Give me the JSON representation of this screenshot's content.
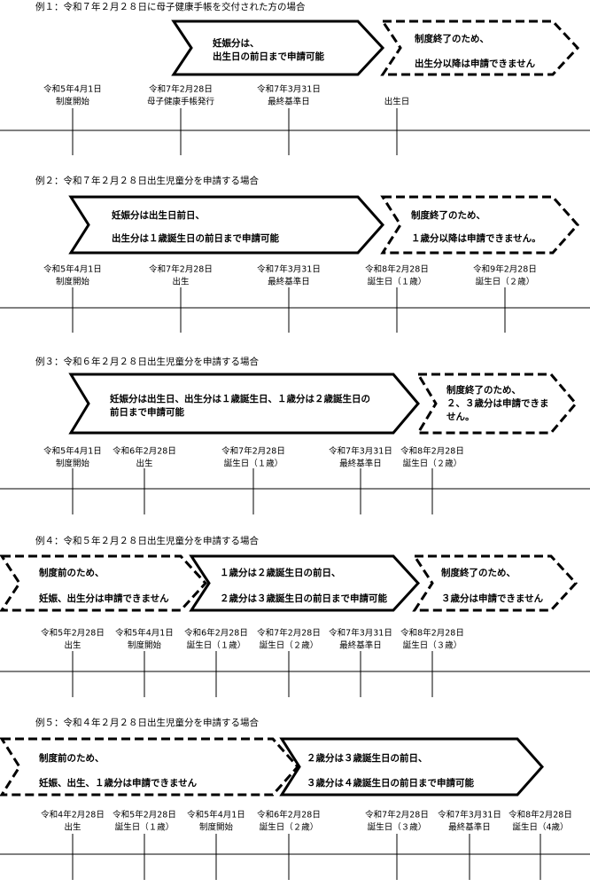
{
  "examples": [
    {
      "title": "例１：令和７年２月２８日に母子健康手帳を交付された方の場合",
      "arrows": [
        {
          "style": "solid",
          "lines": [
            "妊娠分は、",
            "出生日の前日まで申請可能"
          ]
        },
        {
          "style": "dashed",
          "lines": [
            "制度終了のため、",
            "出生分以降は申請できません"
          ]
        }
      ],
      "dates": [
        {
          "date": "令和5年4月1日",
          "label": "制度開始"
        },
        {
          "date": "令和7年2月28日",
          "label": "母子健康手帳発行"
        },
        {
          "date": "令和7年3月31日",
          "label": "最終基準日"
        },
        {
          "date": "",
          "label": "出生日"
        }
      ]
    },
    {
      "title": "例２：令和７年２月２８日出生児童分を申請する場合",
      "arrows": [
        {
          "style": "solid",
          "lines": [
            "妊娠分は出生日前日、",
            "出生分は１歳誕生日の前日まで申請可能"
          ]
        },
        {
          "style": "dashed",
          "lines": [
            "制度終了のため、",
            "１歳分以降は申請できません。"
          ]
        }
      ],
      "dates": [
        {
          "date": "令和5年4月1日",
          "label": "制度開始"
        },
        {
          "date": "令和7年2月28日",
          "label": "出生"
        },
        {
          "date": "令和7年3月31日",
          "label": "最終基準日"
        },
        {
          "date": "令和8年2月28日",
          "label": "誕生日（１歳）"
        },
        {
          "date": "令和9年2月28日",
          "label": "誕生日（２歳）"
        }
      ]
    },
    {
      "title": "例３：令和６年２月２８日出生児童分を申請する場合",
      "arrows": [
        {
          "style": "solid",
          "lines": [
            "妊娠分は出生日、出生分は１歳誕生日、１歳分は２歳誕生日の",
            "前日まで申請可能"
          ]
        },
        {
          "style": "dashed",
          "lines": [
            "制度終了のため、",
            "２、３歳分は申請できま",
            "せん。"
          ]
        }
      ],
      "dates": [
        {
          "date": "令和5年4月1日",
          "label": "制度開始"
        },
        {
          "date": "令和6年2月28日",
          "label": "出生"
        },
        {
          "date": "令和7年2月28日",
          "label": "誕生日（１歳）"
        },
        {
          "date": "令和7年3月31日",
          "label": "最終基準日"
        },
        {
          "date": "令和8年2月28日",
          "label": "誕生日（２歳）"
        }
      ]
    },
    {
      "title": "例４：令和５年２月２８日出生児童分を申請する場合",
      "arrows": [
        {
          "style": "dashed",
          "lines": [
            "制度前のため、",
            "妊娠、出生分は申請できません"
          ]
        },
        {
          "style": "solid",
          "lines": [
            "１歳分は２歳誕生日の前日、",
            "２歳分は３歳誕生日の前日まで申請可能"
          ]
        },
        {
          "style": "dashed",
          "lines": [
            "制度終了のため、",
            "３歳分は申請できません"
          ]
        }
      ],
      "dates": [
        {
          "date": "令和5年2月28日",
          "label": "出生"
        },
        {
          "date": "令和5年4月1日",
          "label": "制度開始"
        },
        {
          "date": "令和6年2月28日",
          "label": "誕生日（１歳）"
        },
        {
          "date": "令和7年2月28日",
          "label": "誕生日（２歳）"
        },
        {
          "date": "令和7年3月31日",
          "label": "最終基準日"
        },
        {
          "date": "令和8年2月28日",
          "label": "誕生日（３歳）"
        }
      ]
    },
    {
      "title": "例５：令和４年２月２８日出生児童分を申請する場合",
      "arrows": [
        {
          "style": "dashed",
          "lines": [
            "制度前のため、",
            "妊娠、出生、１歳分は申請できません"
          ]
        },
        {
          "style": "solid",
          "lines": [
            "２歳分は３歳誕生日の前日、",
            "３歳分は４歳誕生日の前日まで申請可能"
          ]
        }
      ],
      "dates": [
        {
          "date": "令和4年2月28日",
          "label": "出生"
        },
        {
          "date": "令和5年2月28日",
          "label": "誕生日（１歳）"
        },
        {
          "date": "令和5年4月1日",
          "label": "制度開始"
        },
        {
          "date": "令和6年2月28日",
          "label": "誕生日（２歳）"
        },
        {
          "date": "令和7年2月28日",
          "label": "誕生日（３歳）"
        },
        {
          "date": "令和7年3月31日",
          "label": "最終基準日"
        },
        {
          "date": "令和8年2月28日",
          "label": "誕生日（4歳）"
        }
      ]
    }
  ]
}
